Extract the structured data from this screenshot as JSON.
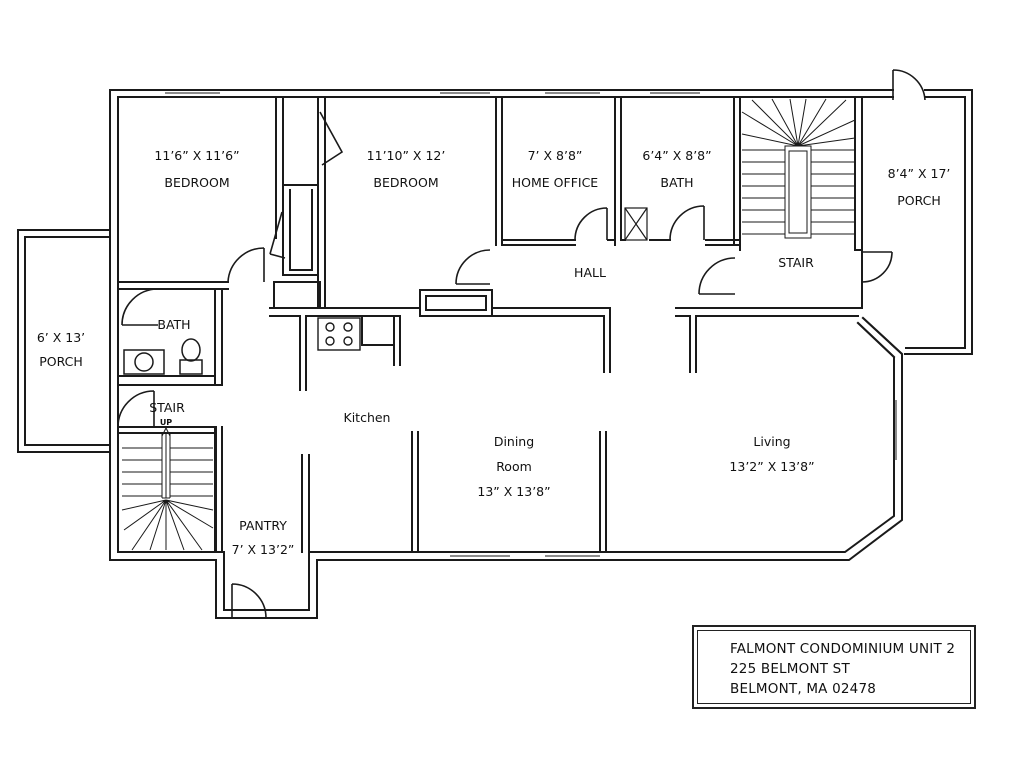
{
  "plan": {
    "rooms": [
      {
        "id": "bedroom-1",
        "lines": [
          "11’6” X 11’6”",
          "BEDROOM"
        ]
      },
      {
        "id": "bedroom-2",
        "lines": [
          "11’10” X 12’",
          "BEDROOM"
        ]
      },
      {
        "id": "home-office",
        "lines": [
          "7’ X 8’8”",
          "HOME OFFICE"
        ]
      },
      {
        "id": "bath-upper",
        "lines": [
          "6’4” X 8’8”",
          "BATH"
        ]
      },
      {
        "id": "stair-right",
        "lines": [
          "STAIR"
        ]
      },
      {
        "id": "porch-right",
        "lines": [
          "8’4” X 17’",
          "PORCH"
        ]
      },
      {
        "id": "hall",
        "lines": [
          "HALL"
        ]
      },
      {
        "id": "bath-left",
        "lines": [
          "BATH"
        ]
      },
      {
        "id": "porch-left",
        "lines": [
          "6’ X 13’",
          "PORCH"
        ]
      },
      {
        "id": "stair-left",
        "lines": [
          "STAIR"
        ]
      },
      {
        "id": "kitchen",
        "lines": [
          "Kitchen"
        ]
      },
      {
        "id": "dining",
        "lines": [
          "Dining",
          "Room",
          "13” X 13’8”"
        ]
      },
      {
        "id": "living",
        "lines": [
          "Living",
          "13’2” X 13’8”"
        ]
      },
      {
        "id": "pantry",
        "lines": [
          "PANTRY",
          "7’ X 13’2”"
        ]
      }
    ],
    "stair_up_label": "UP"
  },
  "title_block": {
    "line1": "FALMONT CONDOMINIUM UNIT 2",
    "line2": "225 BELMONT ST",
    "line3": "BELMONT, MA  02478"
  }
}
